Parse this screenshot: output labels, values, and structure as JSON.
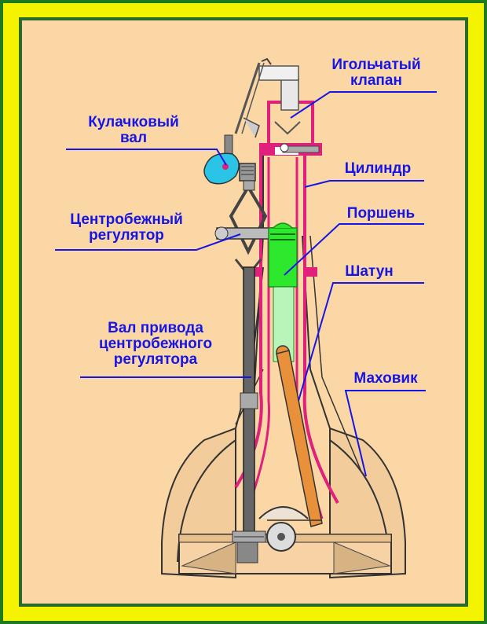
{
  "labels": {
    "needle_valve": "Игольчатый\nклапан",
    "camshaft": "Кулачковый\nвал",
    "cylinder": "Цилиндр",
    "piston": "Поршень",
    "governor": "Центробежный\nрегулятор",
    "connecting_rod": "Шатун",
    "governor_shaft": "Вал привода\nцентробежного\nрегулятора",
    "flywheel": "Маховик"
  },
  "colors": {
    "frame_green": "#1e7a1e",
    "frame_yellow": "#f4f400",
    "background": "#fcd7a6",
    "label_blue": "#1515e6",
    "cylinder_magenta": "#e0207a",
    "piston_green": "#2ee82e",
    "camshaft_cyan": "#29c4e6",
    "rod_orange": "#e8903a"
  }
}
